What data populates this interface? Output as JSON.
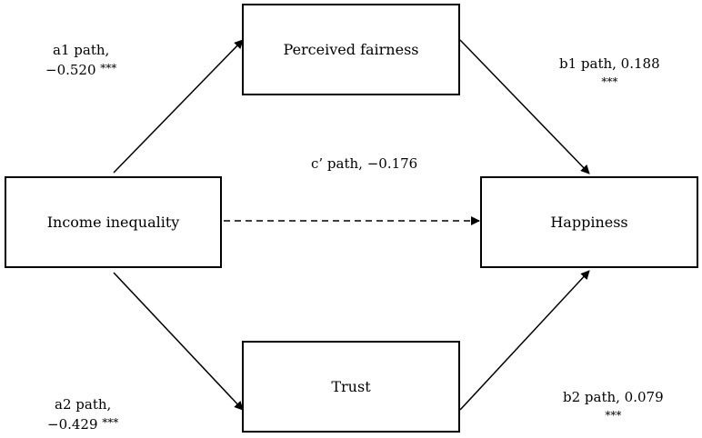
{
  "nodes": {
    "income": "Income inequality",
    "fairness": "Perceived fairness",
    "trust": "Trust",
    "happiness": "Happiness"
  },
  "paths": {
    "a1": {
      "label": "a1 path,",
      "value": "−0.520",
      "sig": "***"
    },
    "a2": {
      "label": "a2 path,",
      "value": "−0.429",
      "sig": "***"
    },
    "b1": {
      "label": "b1 path, 0.188",
      "sig": "***"
    },
    "b2": {
      "label": "b2 path, 0.079",
      "sig": "***"
    },
    "c_prime": {
      "label": "c’ path, −0.176"
    }
  },
  "edges": [
    {
      "from": "income",
      "to": "fairness",
      "style": "solid"
    },
    {
      "from": "fairness",
      "to": "happiness",
      "style": "solid"
    },
    {
      "from": "income",
      "to": "trust",
      "style": "solid"
    },
    {
      "from": "trust",
      "to": "happiness",
      "style": "solid"
    },
    {
      "from": "income",
      "to": "happiness",
      "style": "dashed"
    }
  ]
}
